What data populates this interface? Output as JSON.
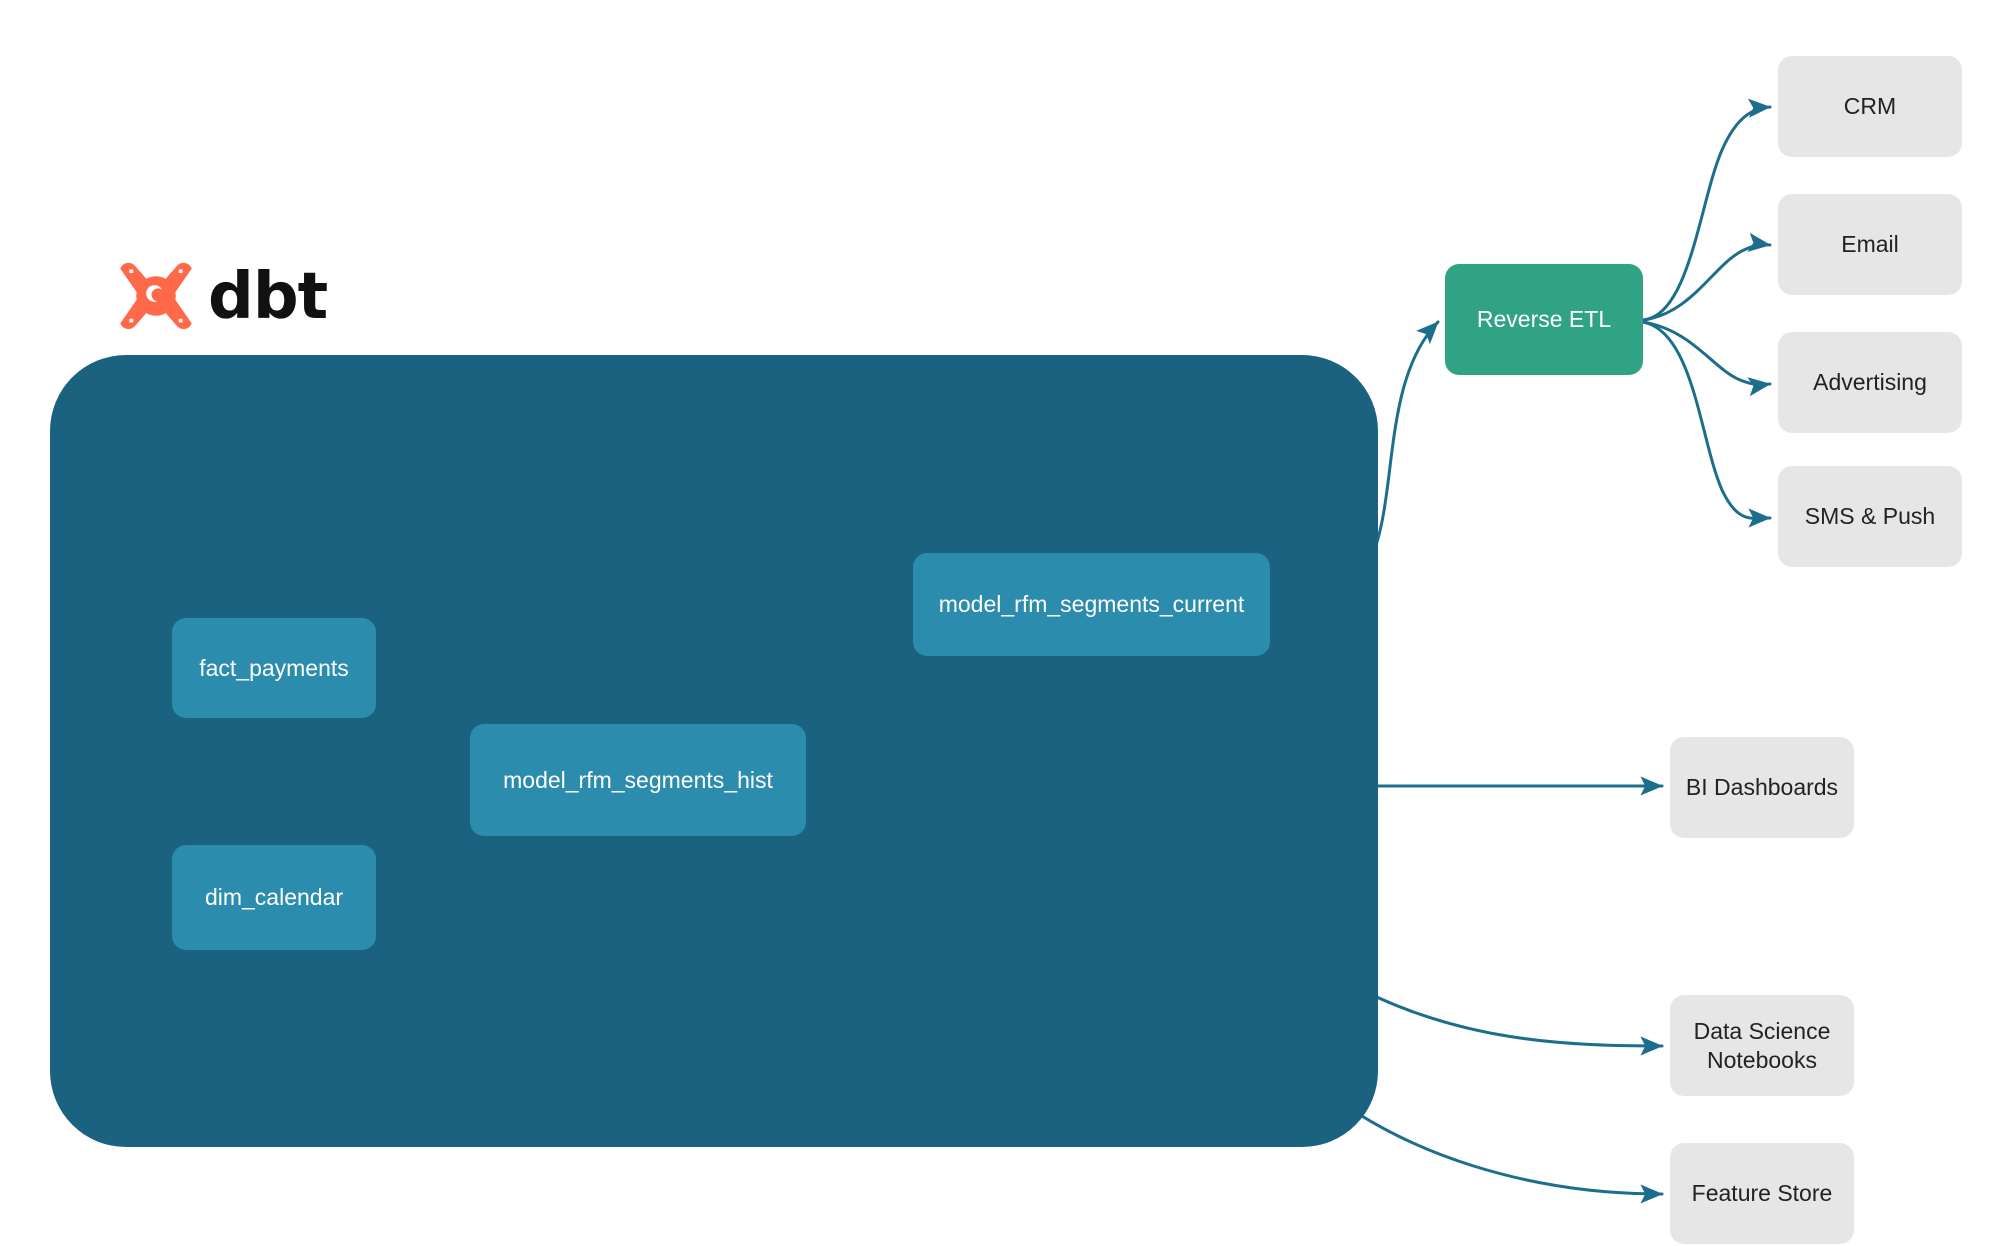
{
  "logo": {
    "name": "dbt",
    "wordmark": "dbt",
    "mark_icon": "dbt-logo-icon",
    "color": "#FF694A"
  },
  "colors": {
    "container": "#1B6180",
    "model_node": "#2B8CAE",
    "reverse_etl": "#2FA383",
    "target_node": "#E6E6E6",
    "edge_outer": "#1D6E8C",
    "edge_inner": "#3AA0BE",
    "background": "#FFFFFF",
    "model_text": "#FFFFFF",
    "target_text": "#222222"
  },
  "container": {
    "name": "dbt-project-container"
  },
  "nodes": {
    "fact_payments": {
      "label": "fact_payments"
    },
    "dim_calendar": {
      "label": "dim_calendar"
    },
    "model_rfm_segments_hist": {
      "label": "model_rfm_segments_hist"
    },
    "model_rfm_segments_current": {
      "label": "model_rfm_segments_current"
    },
    "reverse_etl": {
      "label": "Reverse ETL"
    },
    "crm": {
      "label": "CRM"
    },
    "email": {
      "label": "Email"
    },
    "advertising": {
      "label": "Advertising"
    },
    "sms_push": {
      "label": "SMS & Push"
    },
    "bi_dashboards": {
      "label": "BI Dashboards"
    },
    "ds_notebooks": {
      "label": "Data Science\nNotebooks",
      "line1": "Data Science",
      "line2": "Notebooks"
    },
    "feature_store": {
      "label": "Feature Store"
    }
  },
  "edges": [
    {
      "from": "fact_payments",
      "to": "model_rfm_segments_hist",
      "style": "inner"
    },
    {
      "from": "dim_calendar",
      "to": "model_rfm_segments_hist",
      "style": "inner"
    },
    {
      "from": "model_rfm_segments_hist",
      "to": "model_rfm_segments_current",
      "style": "inner"
    },
    {
      "from": "model_rfm_segments_current",
      "to": "reverse_etl",
      "style": "outer"
    },
    {
      "from": "reverse_etl",
      "to": "crm",
      "style": "outer"
    },
    {
      "from": "reverse_etl",
      "to": "email",
      "style": "outer"
    },
    {
      "from": "reverse_etl",
      "to": "advertising",
      "style": "outer"
    },
    {
      "from": "reverse_etl",
      "to": "sms_push",
      "style": "outer"
    },
    {
      "from": "model_rfm_segments_hist",
      "to": "bi_dashboards",
      "style": "outer"
    },
    {
      "from": "model_rfm_segments_hist",
      "to": "ds_notebooks",
      "style": "outer"
    },
    {
      "from": "model_rfm_segments_hist",
      "to": "feature_store",
      "style": "outer"
    }
  ]
}
